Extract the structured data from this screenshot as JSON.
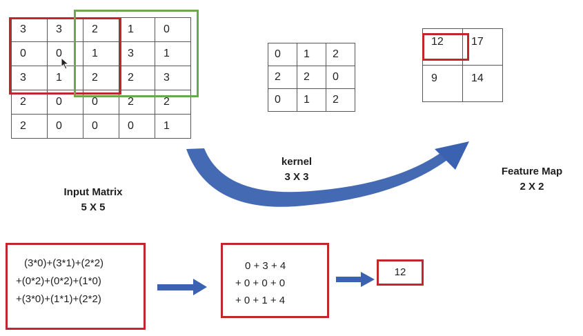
{
  "input_matrix": {
    "rows": [
      [
        "3",
        "3",
        "2",
        "1",
        "0"
      ],
      [
        "0",
        "0",
        "1",
        "3",
        "1"
      ],
      [
        "3",
        "1",
        "2",
        "2",
        "3"
      ],
      [
        "2",
        "0",
        "0",
        "2",
        "2"
      ],
      [
        "2",
        "0",
        "0",
        "0",
        "1"
      ]
    ],
    "title": "Input Matrix",
    "size": "5 X 5"
  },
  "kernel": {
    "rows": [
      [
        "0",
        "1",
        "2"
      ],
      [
        "2",
        "2",
        "0"
      ],
      [
        "0",
        "1",
        "2"
      ]
    ],
    "title": "kernel",
    "size": "3 X 3"
  },
  "feature_map": {
    "rows": [
      [
        "12",
        "17"
      ],
      [
        "9",
        "14"
      ]
    ],
    "title": "Feature Map",
    "size": "2 X 2"
  },
  "calculation": {
    "products": [
      "(3*0)+(3*1)+(2*2)",
      "+(0*2)+(0*2)+(1*0)",
      "+(3*0)+(1*1)+(2*2)"
    ],
    "sums": [
      "0 + 3 + 4",
      "+ 0 + 0 + 0",
      "+ 0 + 1 + 4"
    ],
    "result": "12"
  },
  "colors": {
    "red_highlight": "#c0262c",
    "green_highlight": "#6aa84f",
    "blue_arrow": "#3a62b0"
  }
}
